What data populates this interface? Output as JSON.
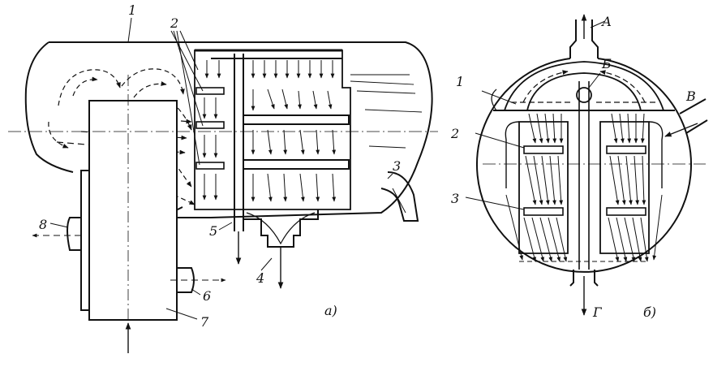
{
  "figure_a": {
    "caption": "a)",
    "callouts": {
      "n1": "1",
      "n2": "2",
      "n3": "3",
      "n4": "4",
      "n5": "5",
      "n6": "6",
      "n7": "7",
      "n8": "8"
    }
  },
  "figure_b": {
    "caption": "б)",
    "callouts": {
      "n1": "1",
      "n2": "2",
      "n3": "3",
      "A": "А",
      "B": "Б",
      "V": "В",
      "G": "Г"
    }
  }
}
